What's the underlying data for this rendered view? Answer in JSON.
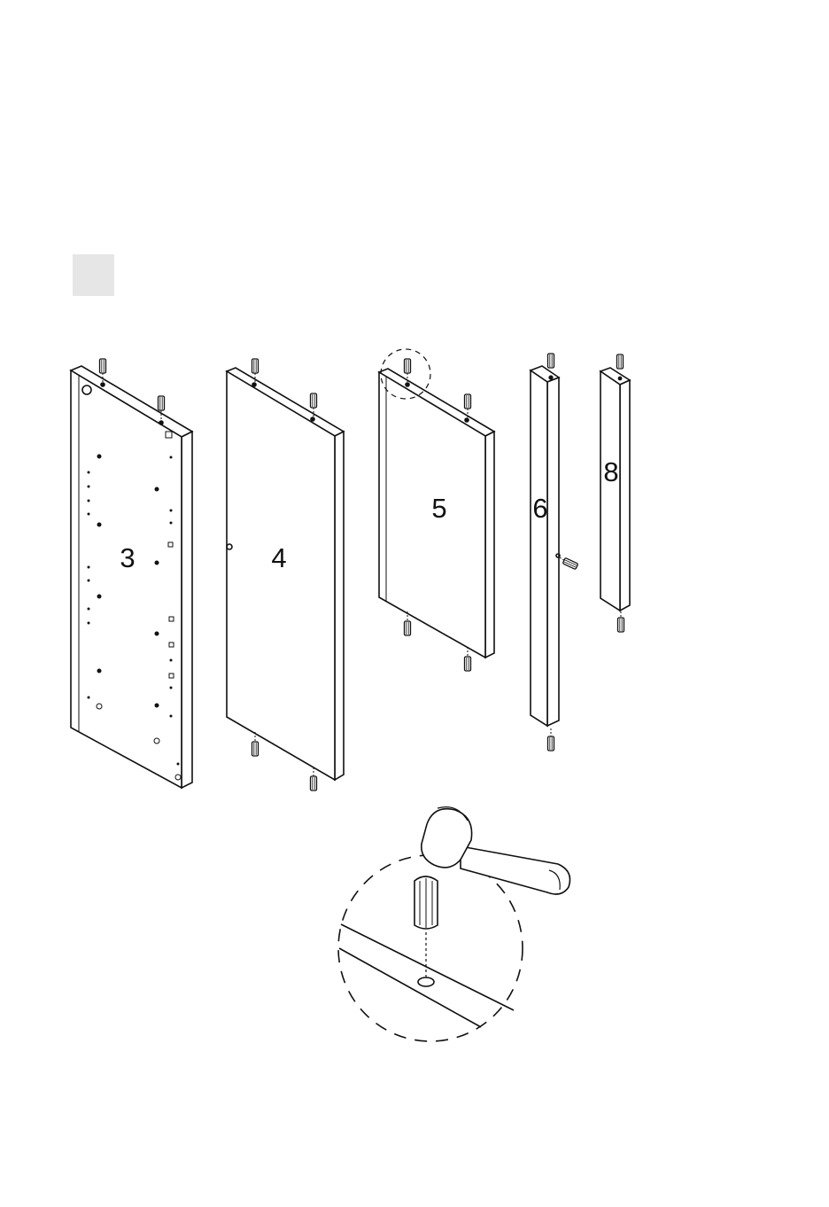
{
  "diagram": {
    "panels": [
      {
        "id": "panel-3",
        "label": "3"
      },
      {
        "id": "panel-4",
        "label": "4"
      },
      {
        "id": "panel-5",
        "label": "5"
      },
      {
        "id": "panel-6",
        "label": "6"
      },
      {
        "id": "panel-8",
        "label": "8"
      }
    ],
    "icons": [
      "dowel-icon",
      "mallet-icon",
      "detail-circle-icon"
    ],
    "colors": {
      "line": "#111111",
      "step_box": "#e6e6e6",
      "panel_fill": "#ffffff"
    }
  }
}
